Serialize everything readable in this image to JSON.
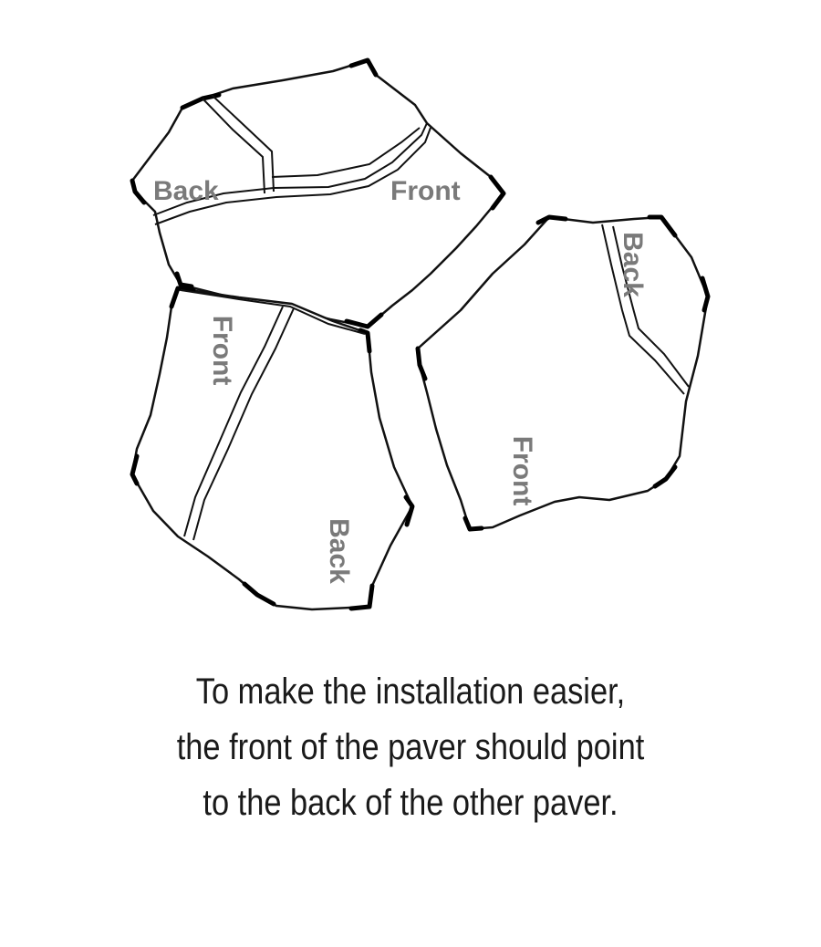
{
  "labels": {
    "top_back": "Back",
    "top_front": "Front",
    "left_front": "Front",
    "left_back": "Back",
    "right_back": "Back",
    "right_front": "Front"
  },
  "caption": {
    "line1": "To make the installation easier,",
    "line2": "the front of the paver should point",
    "line3": "to the back of the other paver."
  }
}
